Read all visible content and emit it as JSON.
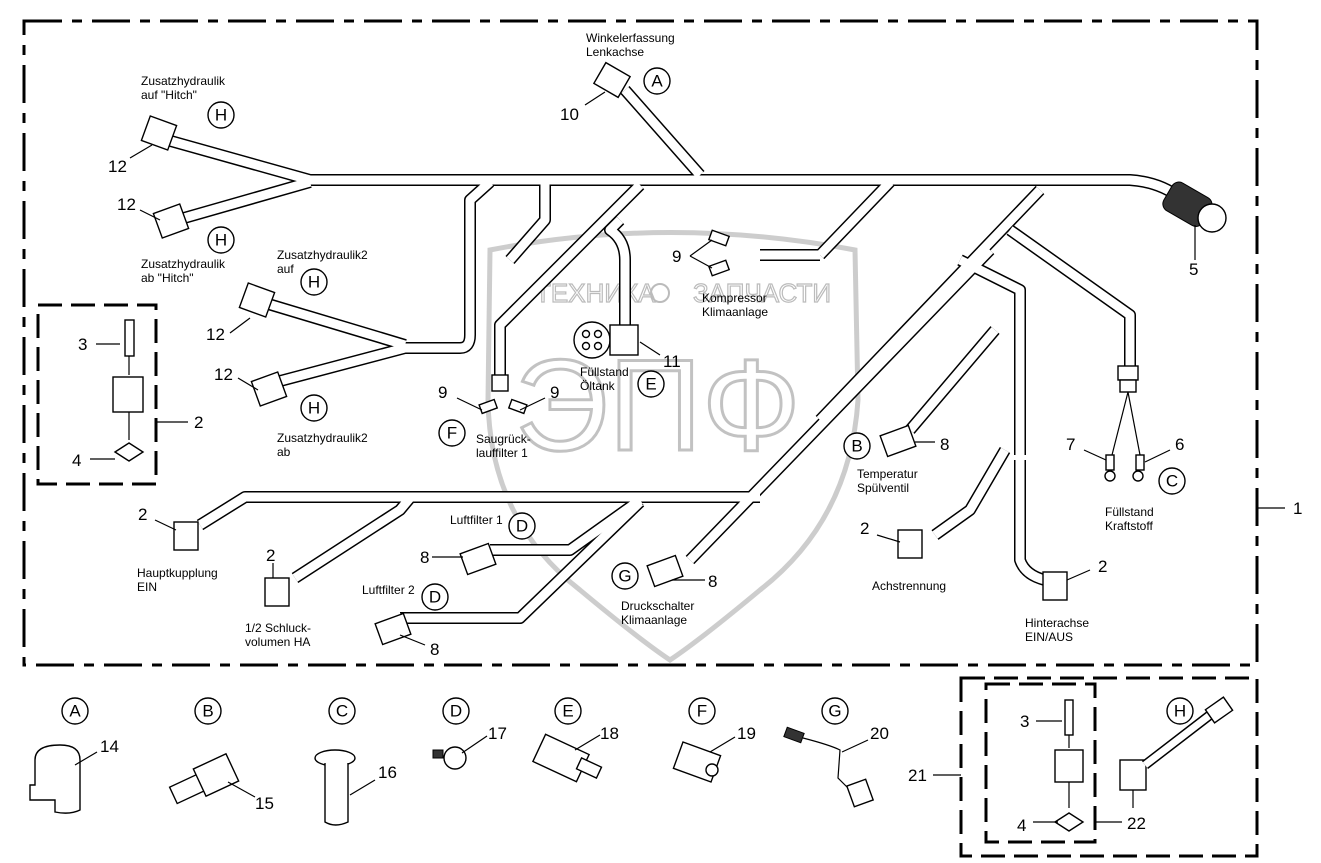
{
  "watermark": {
    "left_text": "ТЕХНИКА",
    "right_text": "ЗАПЧАСТИ",
    "big_text": "ЭПФ"
  },
  "assembly": {
    "main_label": "1"
  },
  "labels": {
    "winkelerfassung": [
      "Winkelerfassung",
      "Lenkachse"
    ],
    "zusatz_auf_hitch": [
      "Zusatzhydraulik",
      "auf \"Hitch\""
    ],
    "zusatz_ab_hitch": [
      "Zusatzhydraulik",
      "ab \"Hitch\""
    ],
    "zusatz2_auf": [
      "Zusatzhydraulik2",
      "auf"
    ],
    "zusatz2_ab": [
      "Zusatzhydraulik2",
      "ab"
    ],
    "kompressor": [
      "Kompressor",
      "Klimaanlage"
    ],
    "fuellstand_oeltank": [
      "Füllstand",
      "Öltank"
    ],
    "saugrueck": [
      "Saugrück-",
      "lauffilter 1"
    ],
    "temperatur": [
      "Temperatur",
      "Spülventil"
    ],
    "fuellstand_kraftstoff": [
      "Füllstand",
      "Kraftstoff"
    ],
    "hauptkupplung": [
      "Hauptkupplung",
      "EIN"
    ],
    "schluckvolumen": [
      "1/2 Schluck-",
      "volumen HA"
    ],
    "luftfilter1": "Luftfilter 1",
    "luftfilter2": "Luftfilter 2",
    "druckschalter": [
      "Druckschalter",
      "Klimaanlage"
    ],
    "achstrennung": "Achstrennung",
    "hinterachse": [
      "Hinterachse",
      "EIN/AUS"
    ]
  },
  "part_numbers": {
    "p10": "10",
    "p12a": "12",
    "p12b": "12",
    "p12c": "12",
    "p12d": "12",
    "p5": "5",
    "p9a": "9",
    "p9b": "9",
    "p9c": "9",
    "p11": "11",
    "p3": "3",
    "p2box": "2",
    "p4": "4",
    "p8temp": "8",
    "p7": "7",
    "p6": "6",
    "p2haupt": "2",
    "p2schluck": "2",
    "p8lf1": "8",
    "p8lf2": "8",
    "p8druck": "8",
    "p2achs": "2",
    "p2hinter": "2",
    "p14": "14",
    "p15": "15",
    "p16": "16",
    "p17": "17",
    "p18": "18",
    "p19": "19",
    "p20": "20",
    "p21": "21",
    "p3b": "3",
    "p4b": "4",
    "p22": "22"
  },
  "callouts": {
    "A_top": "A",
    "H1": "H",
    "H2": "H",
    "H3": "H",
    "H4": "H",
    "E": "E",
    "F": "F",
    "B": "B",
    "C": "C",
    "D1": "D",
    "D2": "D",
    "G": "G"
  },
  "legend": [
    {
      "letter": "A",
      "part": "14"
    },
    {
      "letter": "B",
      "part": "15"
    },
    {
      "letter": "C",
      "part": "16"
    },
    {
      "letter": "D",
      "part": "17"
    },
    {
      "letter": "E",
      "part": "18"
    },
    {
      "letter": "F",
      "part": "19"
    },
    {
      "letter": "G",
      "part": "20"
    },
    {
      "letter": "H",
      "part": "22"
    }
  ]
}
